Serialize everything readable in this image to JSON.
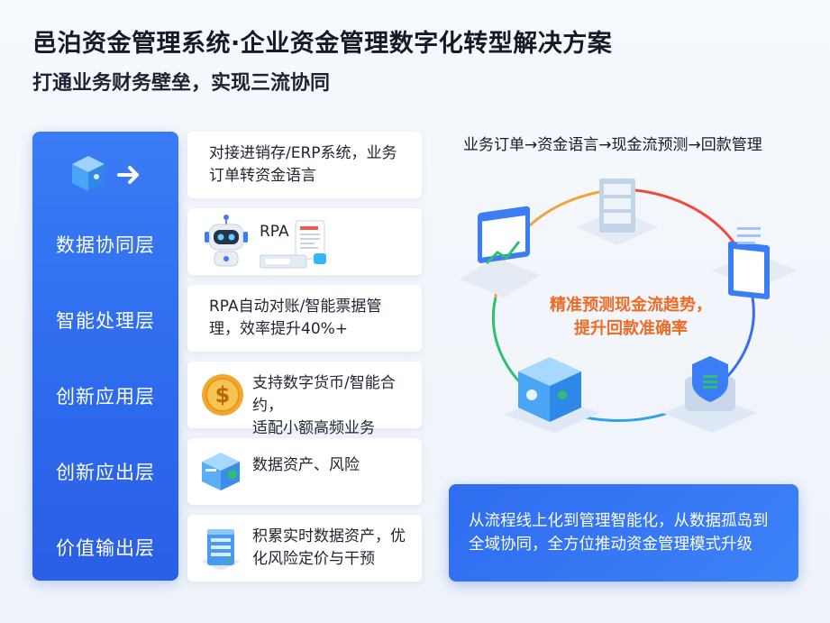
{
  "header": {
    "title": "邑泊资金管理系统·企业资金管理数字化转型解决方案",
    "subtitle": "打通业务财务壁垒，实现三流协同"
  },
  "layers": [
    {
      "label": "数据协同层"
    },
    {
      "label": "智能处理层"
    },
    {
      "label": "创新应用层"
    },
    {
      "label": "创新应出层"
    },
    {
      "label": "价值输出层"
    }
  ],
  "cards": [
    {
      "line1": "对接进销存/ERP系统，业务",
      "line2": "订单转资金语言",
      "icon": "cube-icon"
    },
    {
      "line1": "RPA",
      "line2": "",
      "icon": "robot-icon"
    },
    {
      "line1": "RPA自动对账/智能票据管",
      "line2": "理，效率提升40%+",
      "icon": ""
    },
    {
      "line1": "支持数字货币/智能合约，",
      "line2": "适配小额高频业务",
      "icon": "dollar-coin-icon"
    },
    {
      "line1": "数据资产、风险",
      "line2": "",
      "icon": "data-box-icon"
    },
    {
      "line1": "积累实时数据资产，优",
      "line2": "化风险定价与干预",
      "icon": "server-icon"
    }
  ],
  "flow": {
    "title": "业务订单→资金语言→现金流预测→回款管理",
    "center_line1": "精准预测现金流趋势，",
    "center_line2": "提升回款准确率",
    "nodes": [
      "server-icon",
      "document-icon",
      "shield-icon",
      "cube-icon",
      "chart-window-icon"
    ]
  },
  "banner": {
    "line1": "从流程线上化到管理智能化，从数据孤岛到",
    "line2": "全域协同，全方位推动资金管理模式升级"
  },
  "colors": {
    "primary_blue": "#2e6cee",
    "accent_orange": "#ee6b26",
    "ring_green": "#2fbf71",
    "ring_red": "#ef4b3c"
  }
}
